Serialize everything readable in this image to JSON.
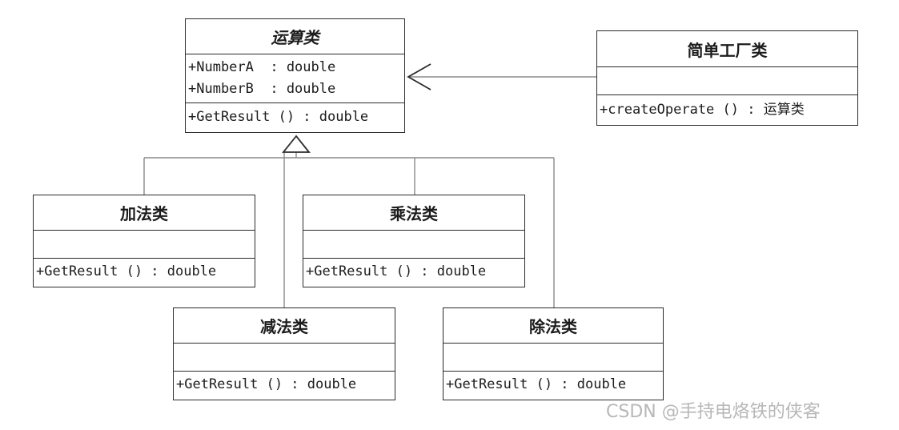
{
  "classes": {
    "operation": {
      "name": "运算类",
      "attributes": [
        "+NumberA  : double",
        "+NumberB  : double"
      ],
      "operations": [
        "+GetResult () : double"
      ]
    },
    "factory": {
      "name": "简单工厂类",
      "attributes": [],
      "operations": [
        "+createOperate () : 运算类"
      ]
    },
    "add": {
      "name": "加法类",
      "operations": [
        "+GetResult () : double"
      ]
    },
    "mul": {
      "name": "乘法类",
      "operations": [
        "+GetResult () : double"
      ]
    },
    "sub": {
      "name": "减法类",
      "operations": [
        "+GetResult () : double"
      ]
    },
    "div": {
      "name": "除法类",
      "operations": [
        "+GetResult () : double"
      ]
    }
  },
  "relations": [
    {
      "from": "factory",
      "to": "operation",
      "kind": "dependency"
    },
    {
      "from": "add",
      "to": "operation",
      "kind": "generalization"
    },
    {
      "from": "sub",
      "to": "operation",
      "kind": "generalization"
    },
    {
      "from": "mul",
      "to": "operation",
      "kind": "generalization"
    },
    {
      "from": "div",
      "to": "operation",
      "kind": "generalization"
    }
  ],
  "watermark": "CSDN @手持电烙铁的侠客"
}
